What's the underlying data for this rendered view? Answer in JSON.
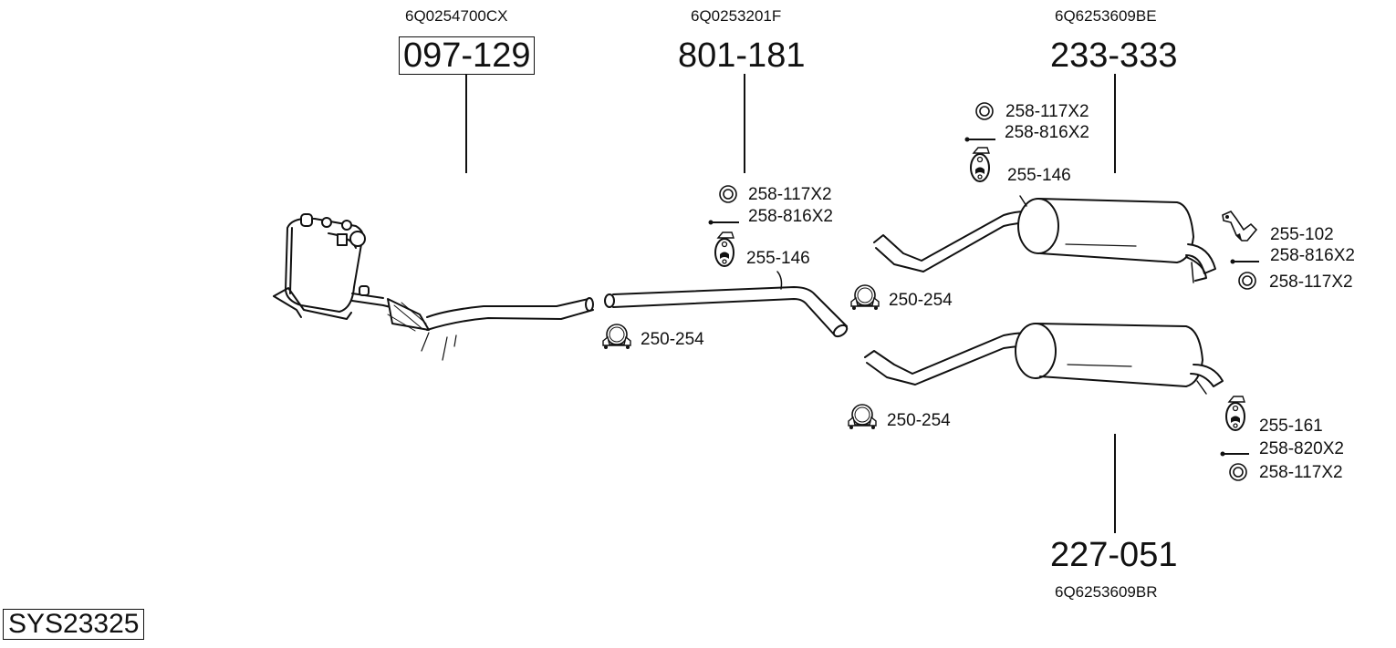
{
  "diagram": {
    "system_code": "SYS23325",
    "parts": [
      {
        "id": "097-129",
        "oem": "6Q0254700CX",
        "boxed": true,
        "description": "diesel particulate filter with front pipe"
      },
      {
        "id": "801-181",
        "oem": "6Q0253201F",
        "boxed": false,
        "description": "middle pipe"
      },
      {
        "id": "233-333",
        "oem": "6Q6253609BE",
        "boxed": false,
        "description": "rear silencer (twin tailpipe)"
      },
      {
        "id": "227-051",
        "oem": "6Q6253609BR",
        "boxed": false,
        "description": "rear silencer (single tailpipe)"
      }
    ],
    "accessories": {
      "middle_pipe": [
        {
          "icon": "ring-icon",
          "label": "258-117X2"
        },
        {
          "icon": "bolt-icon",
          "label": "258-816X2"
        },
        {
          "icon": "rubber-hanger-icon",
          "label": "255-146"
        }
      ],
      "rear_233_left": [
        {
          "icon": "ring-icon",
          "label": "258-117X2"
        },
        {
          "icon": "bolt-icon",
          "label": "258-816X2"
        },
        {
          "icon": "rubber-hanger-icon",
          "label": "255-146"
        }
      ],
      "rear_233_right": [
        {
          "icon": "bracket-icon",
          "label": "255-102"
        },
        {
          "icon": "bolt-icon",
          "label": "258-816X2"
        },
        {
          "icon": "ring-icon",
          "label": "258-117X2"
        }
      ],
      "rear_227_right": [
        {
          "icon": "rubber-hanger-icon",
          "label": "255-161"
        },
        {
          "icon": "bolt-icon",
          "label": "258-820X2"
        },
        {
          "icon": "ring-icon",
          "label": "258-117X2"
        }
      ],
      "clamps": [
        {
          "icon": "clamp-icon",
          "label": "250-254"
        },
        {
          "icon": "clamp-icon",
          "label": "250-254"
        },
        {
          "icon": "clamp-icon",
          "label": "250-254"
        }
      ]
    }
  }
}
